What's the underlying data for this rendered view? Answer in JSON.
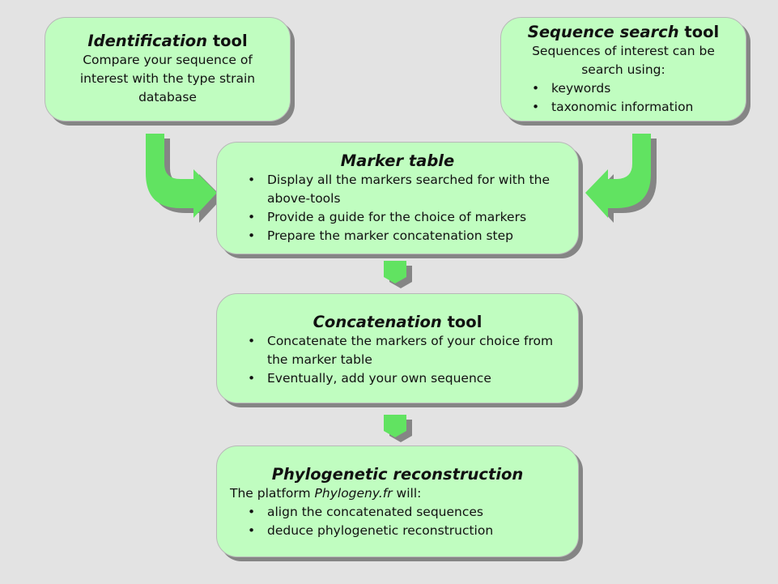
{
  "identification": {
    "title_italic": "Identification",
    "title_rest": " tool",
    "description": "Compare your sequence of interest with the type strain database"
  },
  "sequence_search": {
    "title_italic": "Sequence search",
    "title_rest": " tool",
    "description": "Sequences of interest can be search using:",
    "items": [
      "keywords",
      "taxonomic information"
    ]
  },
  "marker_table": {
    "title_italic": "Marker table",
    "items": [
      "Display all the markers searched for with the above-tools",
      "Provide  a guide for the choice  of markers",
      "Prepare the marker concatenation step"
    ]
  },
  "concatenation": {
    "title_italic": "Concatenation",
    "title_rest": " tool",
    "items": [
      "Concatenate the markers of your choice from  the marker table",
      "Eventually, add your own sequence"
    ]
  },
  "phylogenetic": {
    "title_italic": "Phylogenetic reconstruction",
    "intro_prefix": "The platform ",
    "intro_italic": "Phylogeny.fr",
    "intro_suffix": " will:",
    "items": [
      "align the concatenated sequences",
      "deduce phylogenetic reconstruction"
    ]
  },
  "colors": {
    "box_fill": "#c0fdc0",
    "arrow_fill": "#61e361",
    "shadow": "#858585",
    "background": "#e3e3e3"
  }
}
